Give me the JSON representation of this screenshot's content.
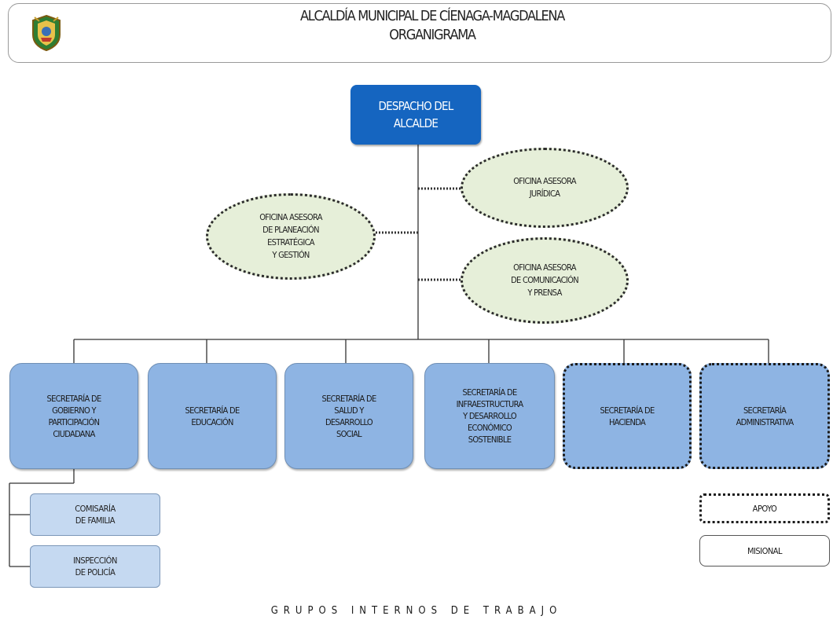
{
  "header": {
    "title": "ALCALDÍA MUNICIPAL DE CÍENAGA-MAGDALENA",
    "subtitle": "ORGANIGRAMA"
  },
  "top_node": {
    "label": "DESPACHO DEL\nALCALDE",
    "color": "#1565c0"
  },
  "advisory_offices": {
    "juridica": "OFICINA ASESORA\nJURÍDICA",
    "planeacion": "OFICINA ASESORA\nDE PLANEACIÓN\nESTRATÉGICA\nY GESTIÓN",
    "comunicacion": "OFICINA ASESORA\nDE COMUNICACIÓN\nY PRENSA",
    "fill_color": "#e6efd9"
  },
  "secretariats": {
    "gobierno": "SECRETARÍA DE\nGOBIERNO Y\nPARTICIPACIÓN\nCIUDADANA",
    "educacion": "SECRETARÍA DE\nEDUCACIÓN",
    "salud": "SECRETARÍA DE\nSALUD Y\nDESARROLLO\nSOCIAL",
    "infraestructura": "SECRETARÍA DE\nINFRAESTRUCTURA\nY DESARROLLO\nECONÓMICO\nSOSTENIBLE",
    "hacienda": "SECRETARÍA DE\nHACIENDA",
    "administrativa": "SECRETARÍA\nADMINISTRATIVA",
    "fill_color": "#8eb4e3"
  },
  "sub_units": {
    "comisaria": "COMISARÍA\nDE FAMILIA",
    "inspeccion": "INSPECCIÓN\nDE POLICÍA",
    "fill_color": "#c5d9f1"
  },
  "legend": {
    "apoyo": "APOYO",
    "misional": "MISIONAL"
  },
  "footer": "GRUPOS INTERNOS DE TRABAJO"
}
